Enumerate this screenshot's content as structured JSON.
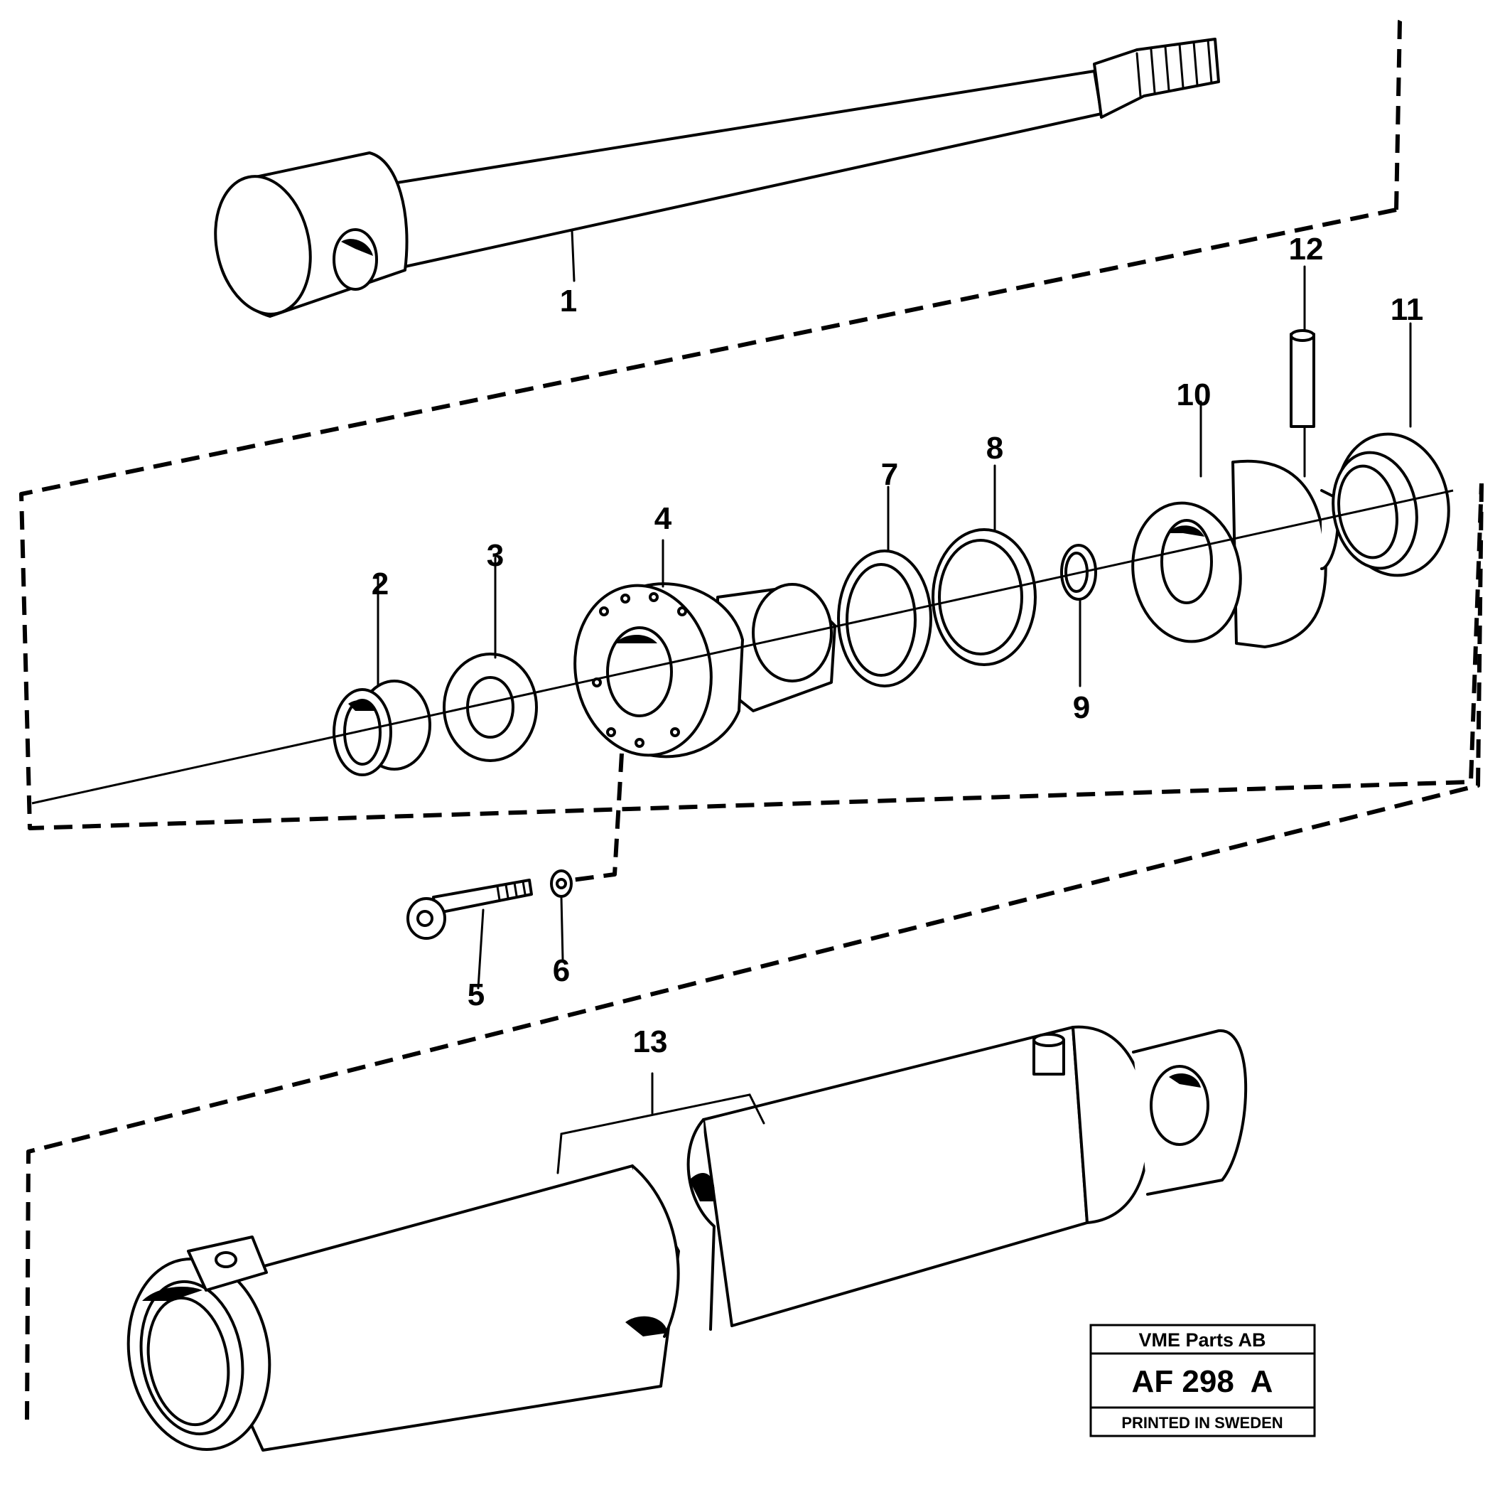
{
  "callouts": [
    "1",
    "2",
    "3",
    "4",
    "5",
    "6",
    "7",
    "8",
    "9",
    "10",
    "11",
    "12",
    "13"
  ],
  "title_block": {
    "company": "VME Parts AB",
    "code": "AF 298  A",
    "printed": "PRINTED IN SWEDEN"
  },
  "colors": {
    "ink": "#000000",
    "paper": "#ffffff"
  }
}
